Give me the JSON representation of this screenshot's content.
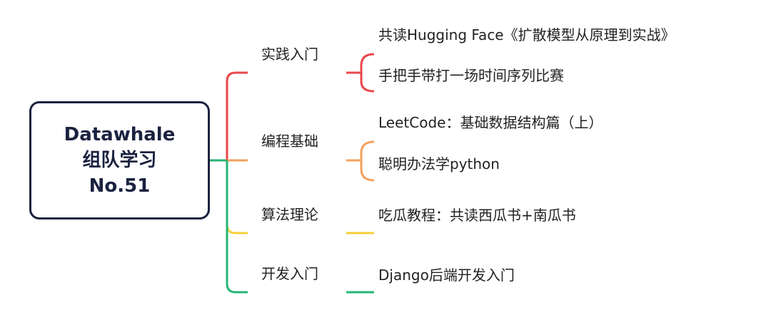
{
  "root": {
    "lines": [
      "Datawhale",
      "组队学习",
      "No.51"
    ]
  },
  "branches": [
    {
      "label": "实践入门",
      "color": "#e8474a",
      "leaves": [
        "共读Hugging Face《扩散模型从原理到实战》",
        "手把手带打一场时间序列比赛"
      ]
    },
    {
      "label": "编程基础",
      "color": "#f3a25c",
      "leaves": [
        "LeetCode：基础数据结构篇（上）",
        "聪明办法学python"
      ]
    },
    {
      "label": "算法理论",
      "color": "#f5cf3a",
      "leaves": [
        "吃瓜教程：共读西瓜书+南瓜书"
      ]
    },
    {
      "label": "开发入门",
      "color": "#25b574",
      "leaves": [
        "Django后端开发入门"
      ]
    }
  ]
}
